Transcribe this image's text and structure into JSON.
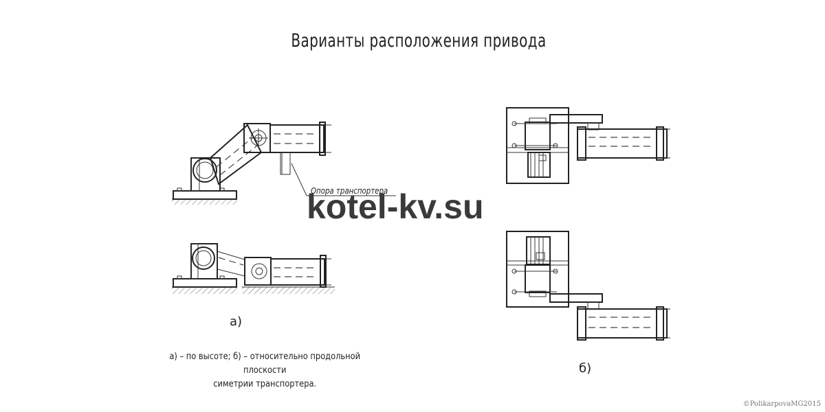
{
  "title": "Варианты расположения привода",
  "watermark": "kotel-kv.su",
  "support_label": "Опора транспортера",
  "label_a": "а)",
  "label_b": "б)",
  "caption": {
    "line1": "а) – по высоте; б) – относительно продольной плоскости",
    "line2": "симетрии транспортера."
  },
  "copyright": "©PolikarpovaMG2015"
}
